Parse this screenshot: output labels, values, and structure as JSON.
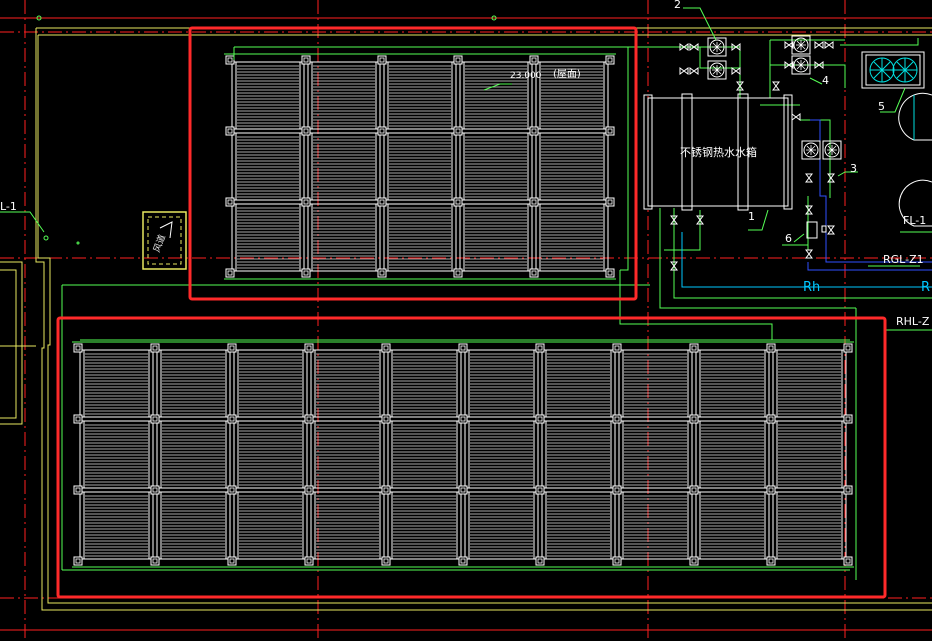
{
  "drawing": {
    "background": "#000000",
    "colors": {
      "panel_line": "#ffffff",
      "pipe": "#55ff55",
      "grid_axis": "#ff2020",
      "highlight": "#ff2a2a",
      "wall": "#ffff55",
      "blue_pipe": "#3050ff",
      "cyan_pipe": "#00c8ff"
    }
  },
  "labels": {
    "level_mark": "23.000",
    "roof_note": "(屋面)",
    "tank_name": "不锈钢热水水箱",
    "item_1": "1",
    "item_2": "2",
    "item_3": "3",
    "item_4": "4",
    "item_5": "5",
    "item_6": "6",
    "pipe_rgl": "RGL-Z1",
    "pipe_rh": "Rh",
    "pipe_rhl": "RHL-Z",
    "pipe_fl": "FL-1",
    "pipe_l1": "L-1",
    "pipe_r": "R",
    "stair_text": "风道"
  },
  "collector_arrays": [
    {
      "name": "upper-array",
      "rows": 3,
      "cols": 5
    },
    {
      "name": "lower-array",
      "rows": 3,
      "cols": 10
    }
  ]
}
